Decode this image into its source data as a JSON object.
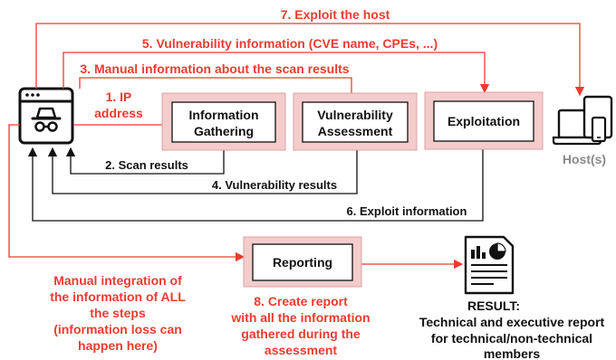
{
  "flows": {
    "exploit_host": "7. Exploit the host",
    "vuln_info": "5. Vulnerability information (CVE name, CPEs, ...)",
    "manual_info": "3. Manual information about the scan results",
    "ip_line1": "1. IP",
    "ip_line2": "address",
    "scan_results": "2. Scan results",
    "vuln_results": "4. Vulnerability results",
    "exploit_info": "6. Exploit information"
  },
  "boxes": {
    "info_gathering_1": "Information",
    "info_gathering_2": "Gathering",
    "vuln_assessment_1": "Vulnerability",
    "vuln_assessment_2": "Assessment",
    "exploitation": "Exploitation",
    "reporting": "Reporting"
  },
  "hosts_label": "Host(s)",
  "manual_integration": {
    "line1": "Manual integration of",
    "line2": "the information of ALL",
    "line3": "the steps",
    "line4": "(information loss can",
    "line5": "happen here)"
  },
  "create_report": {
    "line1": "8. Create report",
    "line2": "with all the information",
    "line3": "gathered during the",
    "line4": "assessment"
  },
  "result": {
    "line1": "RESULT:",
    "line2": "Technical and executive report",
    "line3": "for technical/non-technical",
    "line4": "members"
  },
  "icons": {
    "attacker": "hacker-browser-icon",
    "hosts": "devices-icon",
    "report": "report-document-icon"
  },
  "colors": {
    "accent": "#ee3b2f",
    "box_fill": "#f4cccc",
    "box_border": "#d9a3a3",
    "dark": "#111111",
    "gray": "#8a8a8a"
  }
}
